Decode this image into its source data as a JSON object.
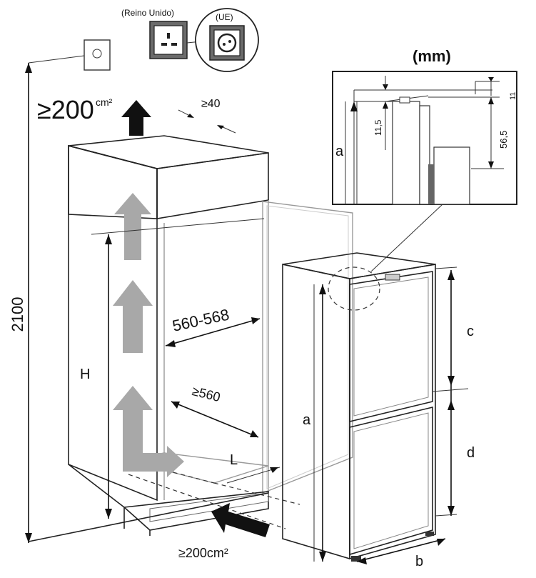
{
  "labels": {
    "uk": "(Reino Unido)",
    "eu": "(UE)",
    "mm": "(mm)",
    "top_vent": "≥200",
    "top_vent_unit": "cm²",
    "gap_top": "≥40",
    "height_total": "2100",
    "niche_width": "560-568",
    "niche_depth": "≥560",
    "H": "H",
    "L": "L",
    "bottom_vent": "≥200cm²",
    "a_main": "a",
    "a_detail": "a",
    "b": "b",
    "c": "c",
    "d": "d",
    "detail_11_5": "11,5",
    "detail_56_5": "56,5",
    "detail_11": "11"
  },
  "colors": {
    "arrow_dark": "#111111",
    "arrow_gray": "#a8a8a8",
    "cabinet_fill": "#f4f4f4",
    "line": "#222222"
  },
  "icons": [
    "uk-socket-icon",
    "eu-socket-icon",
    "socket-outlet-icon"
  ]
}
